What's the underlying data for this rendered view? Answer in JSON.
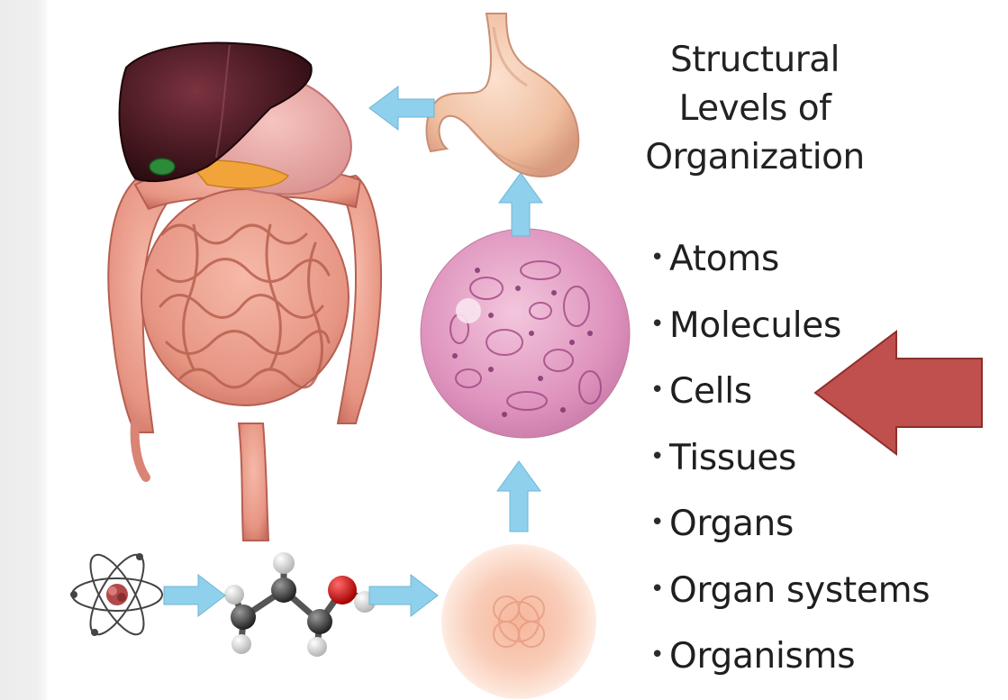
{
  "title": {
    "line1": "Structural",
    "line2": "Levels of",
    "line3": "Organization"
  },
  "levels": [
    {
      "label": "Atoms"
    },
    {
      "label": "Molecules"
    },
    {
      "label": "Cells",
      "highlighted": true
    },
    {
      "label": "Tissues"
    },
    {
      "label": "Organs"
    },
    {
      "label": "Organ systems"
    },
    {
      "label": "Organisms"
    }
  ],
  "colors": {
    "flow_arrow": "#8fd0ec",
    "highlight_arrow": "#c0504d",
    "highlight_arrow_border": "#8c2f2c"
  },
  "icons": {
    "atom": "atom-icon",
    "molecule": "molecule-icon",
    "cell": "cell-icon",
    "tissue": "tissue-icon",
    "organ": "stomach-icon",
    "organ_system": "digestive-system-icon"
  }
}
